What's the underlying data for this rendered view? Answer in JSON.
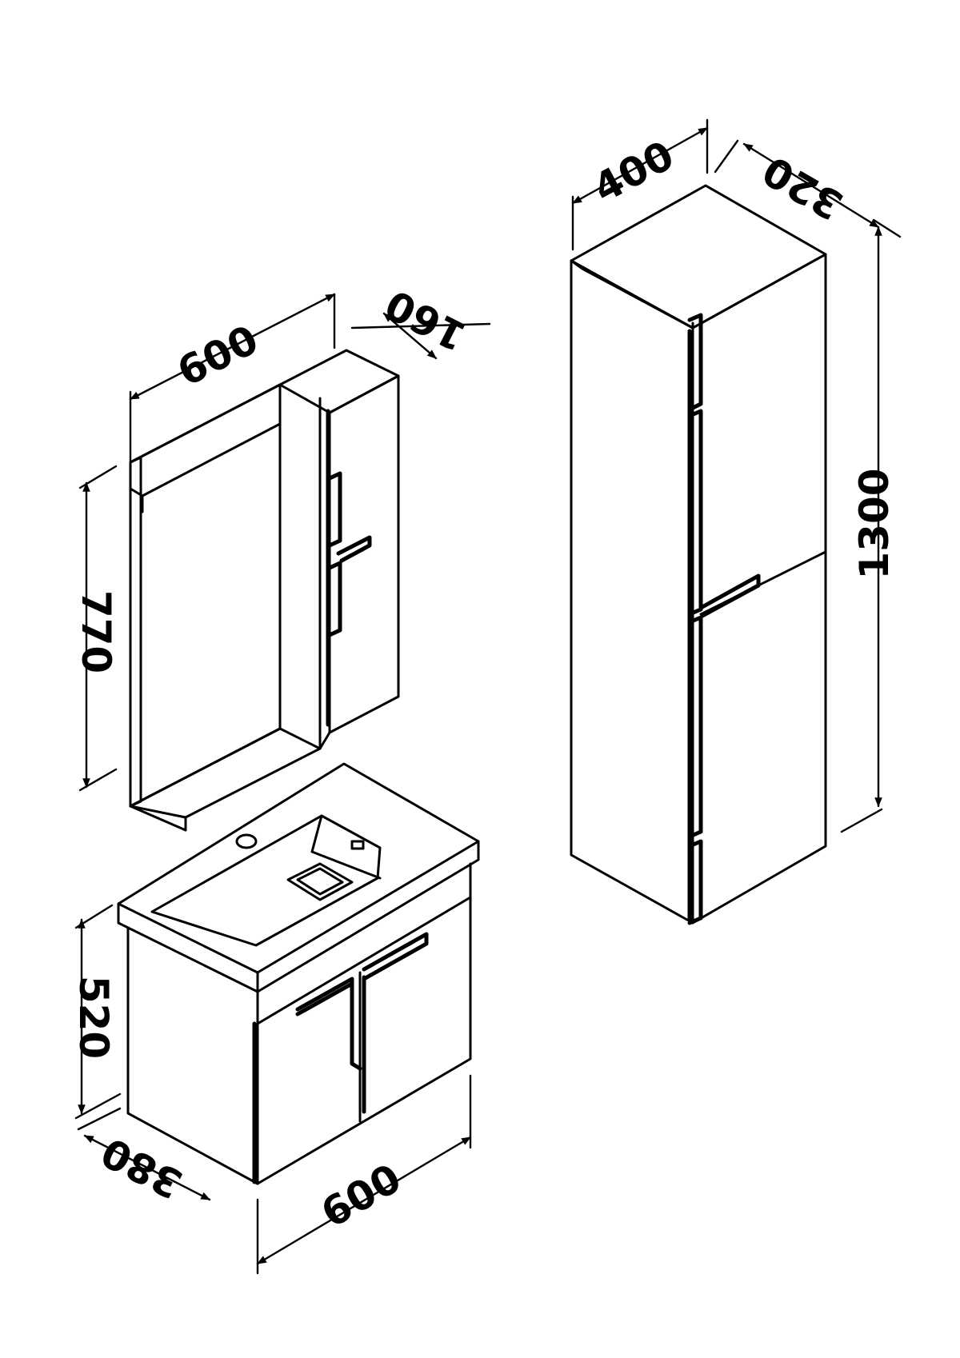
{
  "dimensions": {
    "mirror_width": "600",
    "mirror_depth": "160",
    "mirror_height": "770",
    "vanity_height": "520",
    "vanity_depth": "380",
    "vanity_width": "600",
    "tall_width": "400",
    "tall_depth": "320",
    "tall_height": "1300"
  },
  "colors": {
    "line": "#000000",
    "background": "#ffffff"
  }
}
